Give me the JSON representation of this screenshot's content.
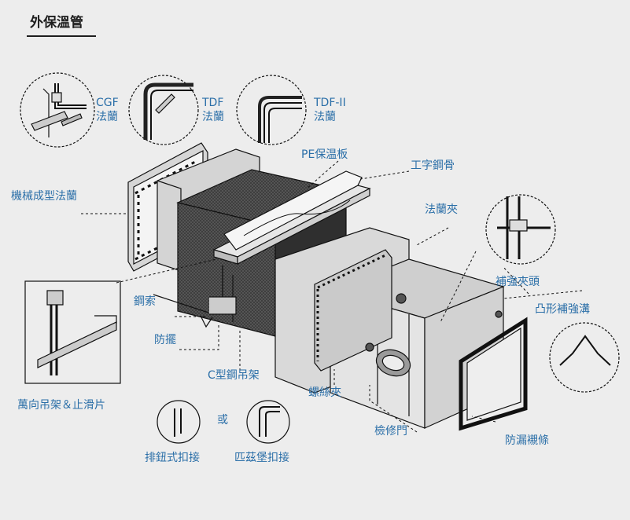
{
  "title": "外保溫管",
  "labels": {
    "cgf_code": "CGF",
    "cgf_name": "法蘭",
    "tdf_code": "TDF",
    "tdf_name": "法蘭",
    "tdf2_code": "TDF-II",
    "tdf2_name": "法蘭",
    "pe_board": "PE保温板",
    "i_beam": "工字鋼骨",
    "machine_flange": "機械成型法蘭",
    "flange_clip": "法蘭夾",
    "reinforce_clip": "補強夾頭",
    "steel_cable": "鋼索",
    "convex_groove": "凸形補強溝",
    "anti_sway": "防擺",
    "c_hanger": "C型鋼吊架",
    "screw_clip": "螺絲夾",
    "universal_hanger": "萬向吊架＆止滑片",
    "or": "或",
    "access_door": "檢修門",
    "leak_gasket": "防漏襯條",
    "button_lock": "排鈕式扣接",
    "pittsburgh": "匹茲堡扣接"
  },
  "colors": {
    "label": "#2b6fa8",
    "line": "#1a1a1a",
    "background": "#ededed",
    "insulation": "#4a4a4a"
  }
}
